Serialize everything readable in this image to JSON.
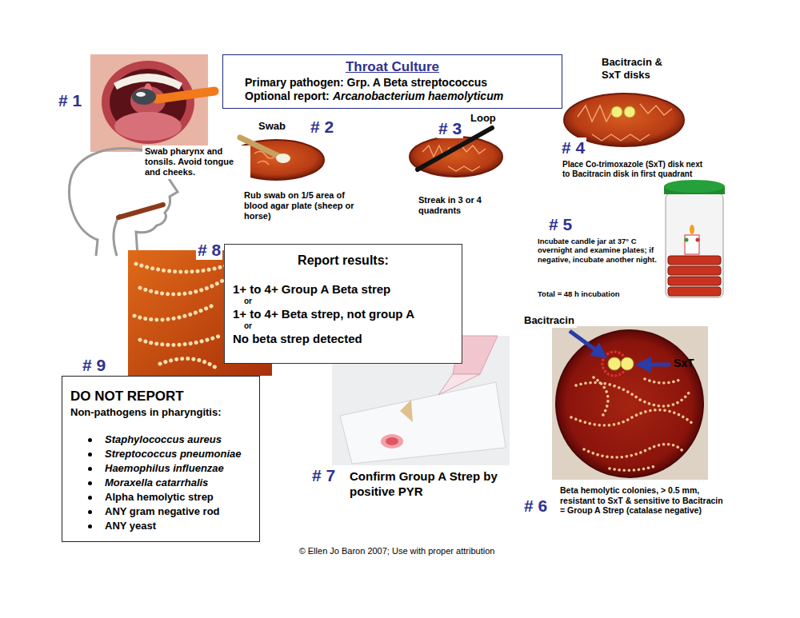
{
  "diagram": {
    "nodes": [
      {
        "text": [
          "Throat Culture",
          "Primary pathogen: Grp. A Beta streptococcus",
          "Optional report:",
          "Arcanobacterium haemolyticum"
        ]
      },
      {
        "text": [
          "Report results:",
          "1+ to 4+ Group A Beta strep",
          "or",
          "1+ to 4+ Beta  strep, not group A",
          "or",
          "No beta strep detected"
        ]
      },
      {
        "text": [
          "DO NOT REPORT",
          "Non-pathogens in pharyngitis:",
          "Staphylococcus aureus",
          "Streptococcus pneumoniae",
          "Haemophilus influenzae",
          "Moraxella catarrhalis",
          "Alpha hemolytic strep",
          "ANY gram negative rod",
          "ANY yeast"
        ]
      }
    ],
    "labels": [
      "# 1",
      "Swab pharynx and tonsils. Avoid tongue and cheeks.",
      "Swab",
      "# 2",
      "Rub swab on 1/5 area of blood agar plate (sheep or horse)",
      "Loop",
      "# 3",
      "Streak in 3 or 4 quadrants",
      "Bacitracin & SxT disks",
      "# 4",
      "Place Co-trimoxazole (SxT) disk next to Bacitracin disk in first quadrant",
      "# 5",
      "Incubate candle jar at 37° C overnight and examine plates; if negative, incubate another night.",
      "Total = 48 h incubation",
      "Bacitracin",
      "SxT",
      "# 6",
      "Beta hemolytic colonies, > 0.5 mm, resistant to SxT & sensitive to Bacitracin = Group A Strep (catalase negative)",
      "# 7",
      "Confirm Group A Strep by positive PYR",
      "# 8",
      "# 9",
      "© Ellen Jo Baron 2007; Use with proper attribution"
    ]
  }
}
